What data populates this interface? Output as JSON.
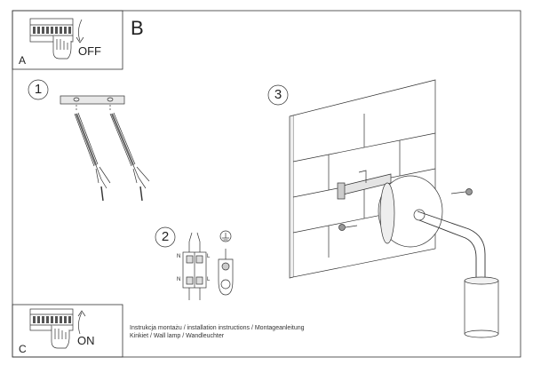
{
  "panels": {
    "a": {
      "letter": "A",
      "state_label": "OFF"
    },
    "b": {
      "letter": "B"
    },
    "c": {
      "letter": "C",
      "state_label": "ON"
    }
  },
  "steps": [
    "1",
    "2",
    "3"
  ],
  "wiring_labels": {
    "neutral": "N",
    "live": "L"
  },
  "captions": {
    "line1": "Instrukcja montażu / installation instructions / Montageanleitung",
    "line2": "Kinkiet / Wall lamp / Wandleuchter"
  }
}
